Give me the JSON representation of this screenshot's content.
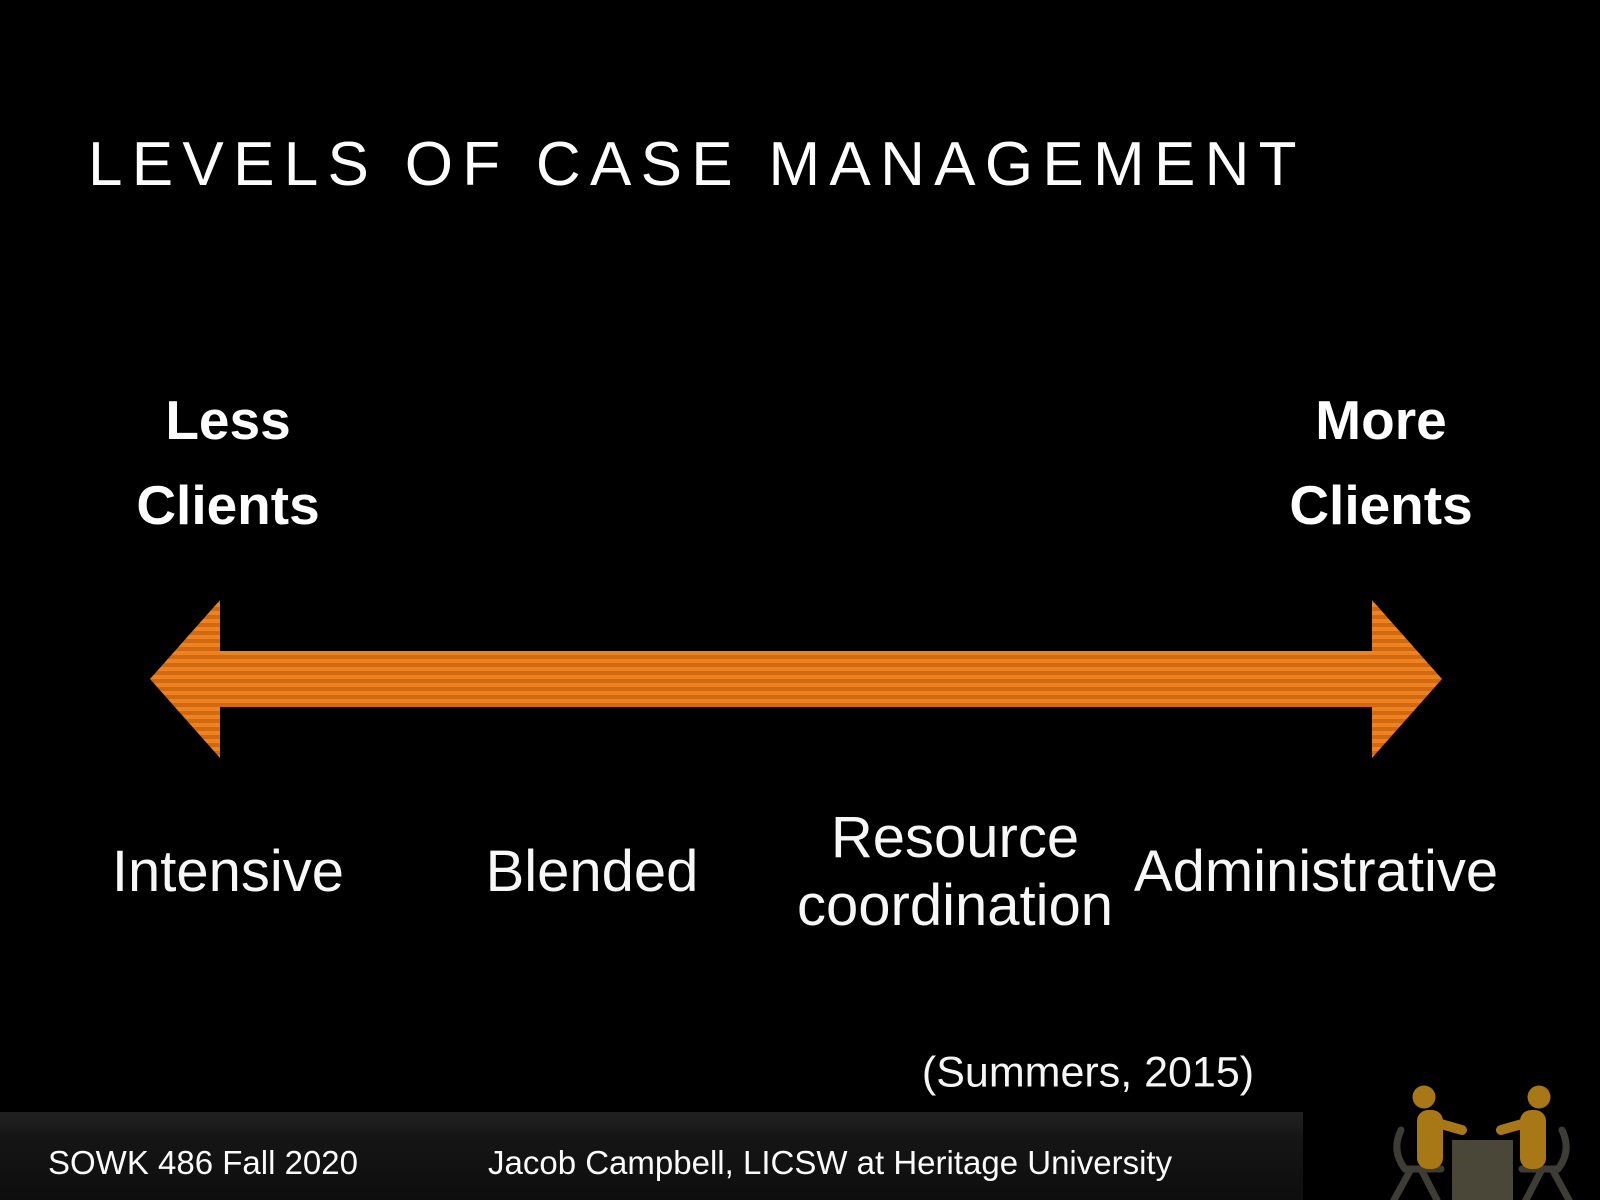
{
  "slide": {
    "title": "LEVELS OF CASE MANAGEMENT",
    "endpoints": {
      "less": {
        "line1": "Less",
        "line2": "Clients"
      },
      "more": {
        "line1": "More",
        "line2": "Clients"
      }
    },
    "levels": [
      "Intensive",
      "Blended",
      "Resource coordination",
      "Administrative"
    ],
    "citation": "(Summers, 2015)",
    "footer": {
      "course": "SOWK 486 Fall 2020",
      "author": "Jacob Campbell, LICSW at Heritage University"
    },
    "icons": {
      "meeting": "two-people-seated-at-table-icon"
    },
    "colors": {
      "background": "#000000",
      "text": "#ffffff",
      "arrow_primary": "#ee8120",
      "arrow_stripe_dark": "#d0690f",
      "footer_bar": "#161616",
      "icon_person": "#a87817",
      "icon_furniture": "#3d3d35",
      "icon_table": "#4a4638"
    }
  }
}
